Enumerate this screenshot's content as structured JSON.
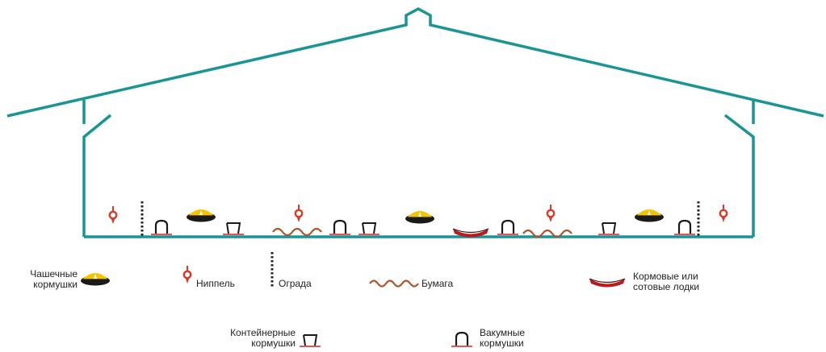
{
  "colors": {
    "barn": "#1a9494",
    "nipple": "#d83a2c",
    "pan_yellow": "#f4c400",
    "pan_dark": "#1a1a1a",
    "paper": "#b0542a",
    "fence": "#222222",
    "feeder_line": "#d82020",
    "boat": "#b81c1c",
    "legend_text": "#222222"
  },
  "legend": {
    "pan_feeders": {
      "line1": "Чашечные",
      "line2": "кормушки",
      "icon": "pan-feeder-icon"
    },
    "nipple": {
      "label": "Ниппель",
      "icon": "nipple-drinker-icon"
    },
    "fence": {
      "label": "Ограда",
      "icon": "fence-icon"
    },
    "paper": {
      "label": "Бумага",
      "icon": "paper-wave-icon"
    },
    "boats": {
      "line1": "Кормовые или",
      "line2": "сотовые лодки",
      "icon": "feed-boat-icon"
    },
    "container_feeders": {
      "line1": "Контейнерные",
      "line2": "кормушки",
      "icon": "container-feeder-icon"
    },
    "vacuum_feeders": {
      "line1": "Вакумные",
      "line2": "кормушки",
      "icon": "vacuum-feeder-icon"
    }
  }
}
